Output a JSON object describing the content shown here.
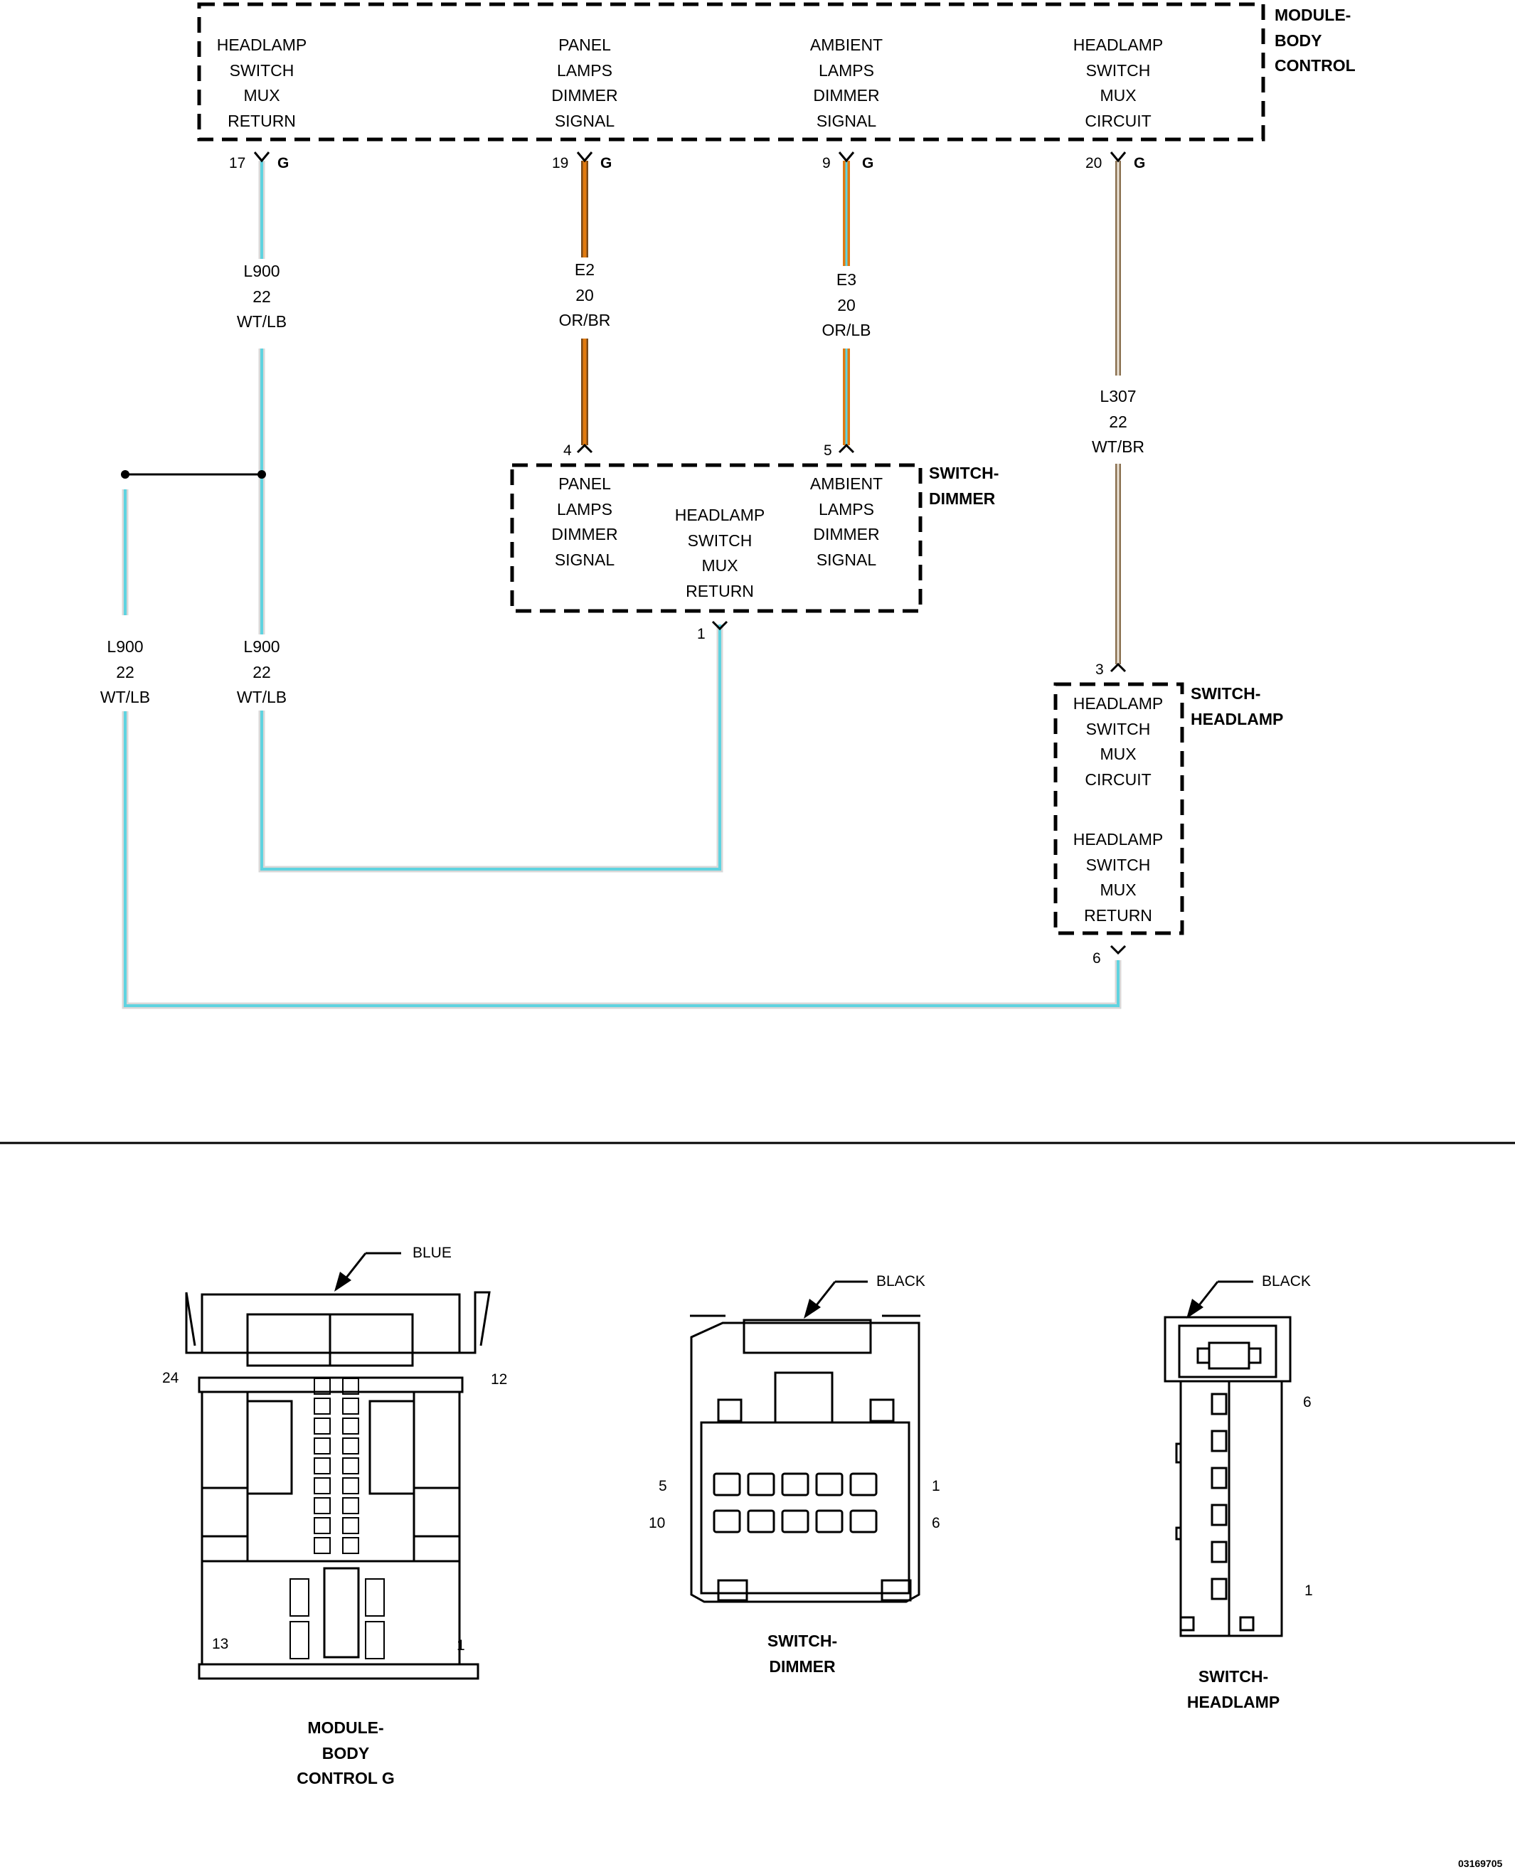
{
  "module_body_control": {
    "title": [
      "MODULE-",
      "BODY",
      "CONTROL"
    ],
    "pins": [
      {
        "pin": "17",
        "conn": "G",
        "label": [
          "HEADLAMP",
          "SWITCH",
          "MUX",
          "RETURN"
        ]
      },
      {
        "pin": "19",
        "conn": "G",
        "label": [
          "PANEL",
          "LAMPS",
          "DIMMER",
          "SIGNAL"
        ]
      },
      {
        "pin": "9",
        "conn": "G",
        "label": [
          "AMBIENT",
          "LAMPS",
          "DIMMER",
          "SIGNAL"
        ]
      },
      {
        "pin": "20",
        "conn": "G",
        "label": [
          "HEADLAMP",
          "SWITCH",
          "MUX",
          "CIRCUIT"
        ]
      }
    ]
  },
  "wires": [
    {
      "circuit": "L900",
      "gauge": "22",
      "color": "WT/LB",
      "hex": "#5fd3e0"
    },
    {
      "circuit": "E2",
      "gauge": "20",
      "color": "OR/BR",
      "hex": "#e07a10"
    },
    {
      "circuit": "E3",
      "gauge": "20",
      "color": "OR/LB",
      "hex": "#e07a10"
    },
    {
      "circuit": "L307",
      "gauge": "22",
      "color": "WT/BR",
      "hex": "#a08868"
    },
    {
      "circuit": "L900",
      "gauge": "22",
      "color": "WT/LB",
      "hex": "#5fd3e0"
    },
    {
      "circuit": "L900",
      "gauge": "22",
      "color": "WT/LB",
      "hex": "#5fd3e0"
    }
  ],
  "switch_dimmer": {
    "title": [
      "SWITCH-",
      "DIMMER"
    ],
    "pins": [
      {
        "pin": "4",
        "label": [
          "PANEL",
          "LAMPS",
          "DIMMER",
          "SIGNAL"
        ]
      },
      {
        "pin": "1",
        "label": [
          "HEADLAMP",
          "SWITCH",
          "MUX",
          "RETURN"
        ]
      },
      {
        "pin": "5",
        "label": [
          "AMBIENT",
          "LAMPS",
          "DIMMER",
          "SIGNAL"
        ]
      }
    ]
  },
  "switch_headlamp": {
    "title": [
      "SWITCH-",
      "HEADLAMP"
    ],
    "pins": [
      {
        "pin": "3",
        "label": [
          "HEADLAMP",
          "SWITCH",
          "MUX",
          "CIRCUIT"
        ]
      },
      {
        "pin": "6",
        "label": [
          "HEADLAMP",
          "SWITCH",
          "MUX",
          "RETURN"
        ]
      }
    ]
  },
  "connectors": [
    {
      "name": [
        "MODULE-",
        "BODY",
        "CONTROL G"
      ],
      "color": "BLUE",
      "pin_labels": [
        "24",
        "12",
        "13",
        "1"
      ]
    },
    {
      "name": [
        "SWITCH-",
        "DIMMER"
      ],
      "color": "BLACK",
      "pin_labels": [
        "5",
        "1",
        "10",
        "6"
      ]
    },
    {
      "name": [
        "SWITCH-",
        "HEADLAMP"
      ],
      "color": "BLACK",
      "pin_labels": [
        "6",
        "1"
      ]
    }
  ],
  "figure_id": "03169705"
}
